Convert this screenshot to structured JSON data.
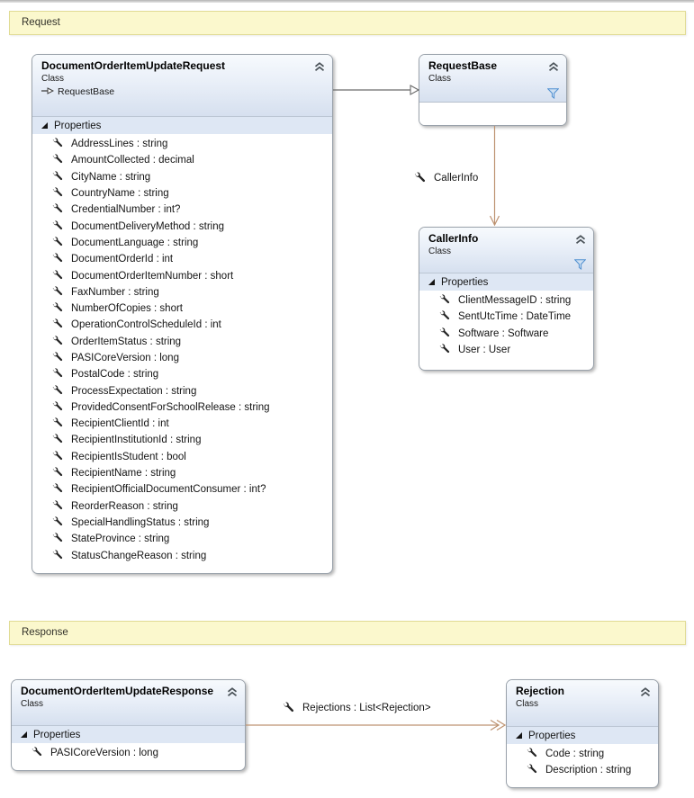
{
  "surface": {
    "request_banner": "Request",
    "response_banner": "Response"
  },
  "request_class": {
    "title": "DocumentOrderItemUpdateRequest",
    "stereotype": "Class",
    "base_type": "RequestBase",
    "properties_header": "Properties",
    "properties": [
      "AddressLines : string",
      "AmountCollected : decimal",
      "CityName : string",
      "CountryName : string",
      "CredentialNumber : int?",
      "DocumentDeliveryMethod : string",
      "DocumentLanguage : string",
      "DocumentOrderId : int",
      "DocumentOrderItemNumber : short",
      "FaxNumber : string",
      "NumberOfCopies : short",
      "OperationControlScheduleId : int",
      "OrderItemStatus : string",
      "PASICoreVersion : long",
      "PostalCode : string",
      "ProcessExpectation : string",
      "ProvidedConsentForSchoolRelease : string",
      "RecipientClientId : int",
      "RecipientInstitutionId : string",
      "RecipientIsStudent : bool",
      "RecipientName : string",
      "RecipientOfficialDocumentConsumer : int?",
      "ReorderReason : string",
      "SpecialHandlingStatus : string",
      "StateProvince : string",
      "StatusChangeReason : string"
    ]
  },
  "request_base_class": {
    "title": "RequestBase",
    "stereotype": "Class"
  },
  "caller_info_class": {
    "title": "CallerInfo",
    "stereotype": "Class",
    "properties_header": "Properties",
    "properties": [
      "ClientMessageID : string",
      "SentUtcTime : DateTime",
      "Software : Software",
      "User : User"
    ]
  },
  "response_class": {
    "title": "DocumentOrderItemUpdateResponse",
    "stereotype": "Class",
    "properties_header": "Properties",
    "properties": [
      "PASICoreVersion : long"
    ]
  },
  "rejection_class": {
    "title": "Rejection",
    "stereotype": "Class",
    "properties_header": "Properties",
    "properties": [
      "Code : string",
      "Description : string"
    ]
  },
  "associations": {
    "caller_info_label": "CallerInfo",
    "rejections_label": "Rejections : List<Rejection>"
  },
  "colors": {
    "banner_bg": "#fbf8cd",
    "banner_border": "#e0db94",
    "association_line": "#bd9270",
    "inheritance_line": "#6a6a6a",
    "section_bar_bg": "#dee7f4",
    "box_border": "#9aa2ab",
    "filter_icon_blue": "#4f8fd0"
  }
}
